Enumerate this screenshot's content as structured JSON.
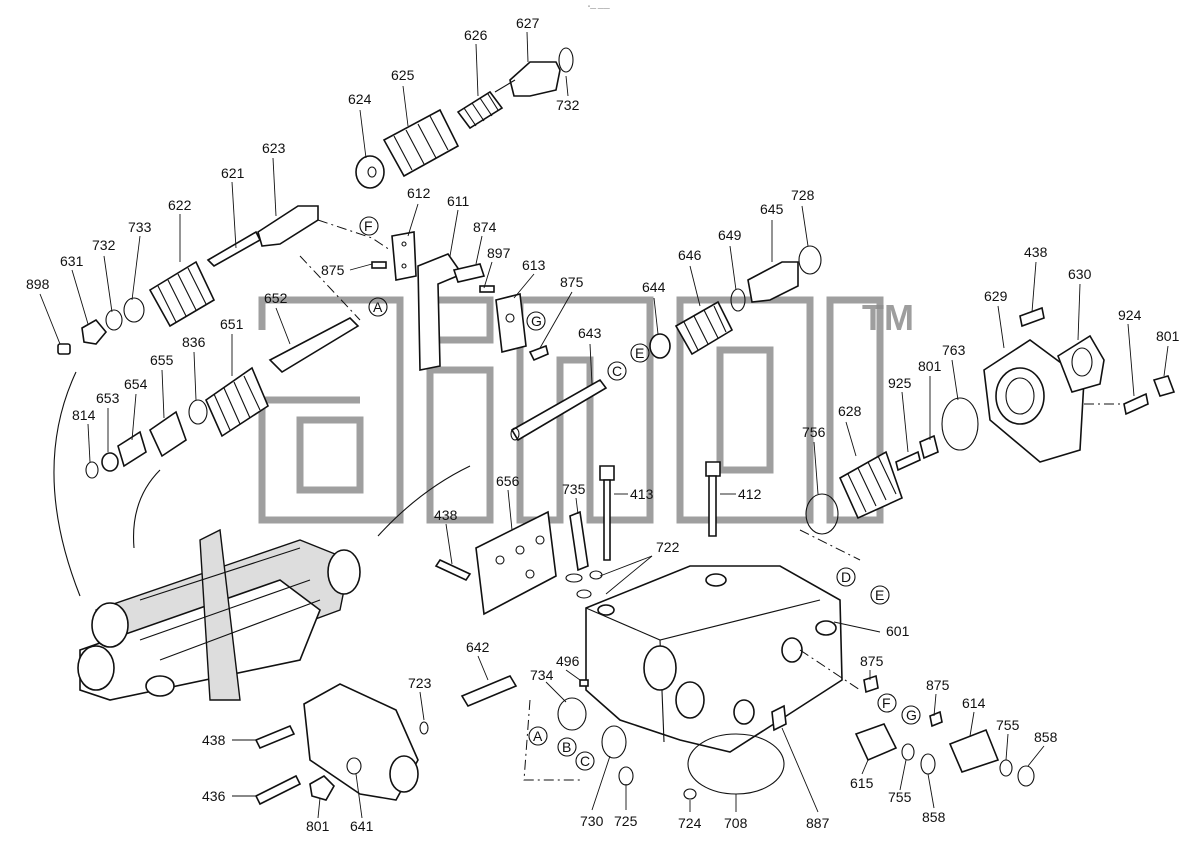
{
  "diagram": {
    "header_mark": "\"— ——",
    "watermark": {
      "text_mark": "TM"
    },
    "part_labels": [
      "627",
      "626",
      "625",
      "624",
      "732",
      "623",
      "621",
      "622",
      "733",
      "732",
      "631",
      "898",
      "612",
      "611",
      "874",
      "875",
      "897",
      "613",
      "F",
      "A",
      "G",
      "875",
      "646",
      "649",
      "645",
      "728",
      "644",
      "E",
      "643",
      "C",
      "652",
      "651",
      "655",
      "836",
      "654",
      "653",
      "814",
      "438",
      "630",
      "629",
      "924",
      "801",
      "925",
      "801",
      "763",
      "628",
      "756",
      "656",
      "735",
      "413",
      "412",
      "722",
      "438",
      "D",
      "E",
      "601",
      "642",
      "734",
      "496",
      "723",
      "438",
      "436",
      "801",
      "641",
      "875",
      "875",
      "F",
      "G",
      "614",
      "755",
      "858",
      "A",
      "B",
      "C",
      "730",
      "725",
      "724",
      "708",
      "887",
      "615",
      "755",
      "858"
    ]
  }
}
